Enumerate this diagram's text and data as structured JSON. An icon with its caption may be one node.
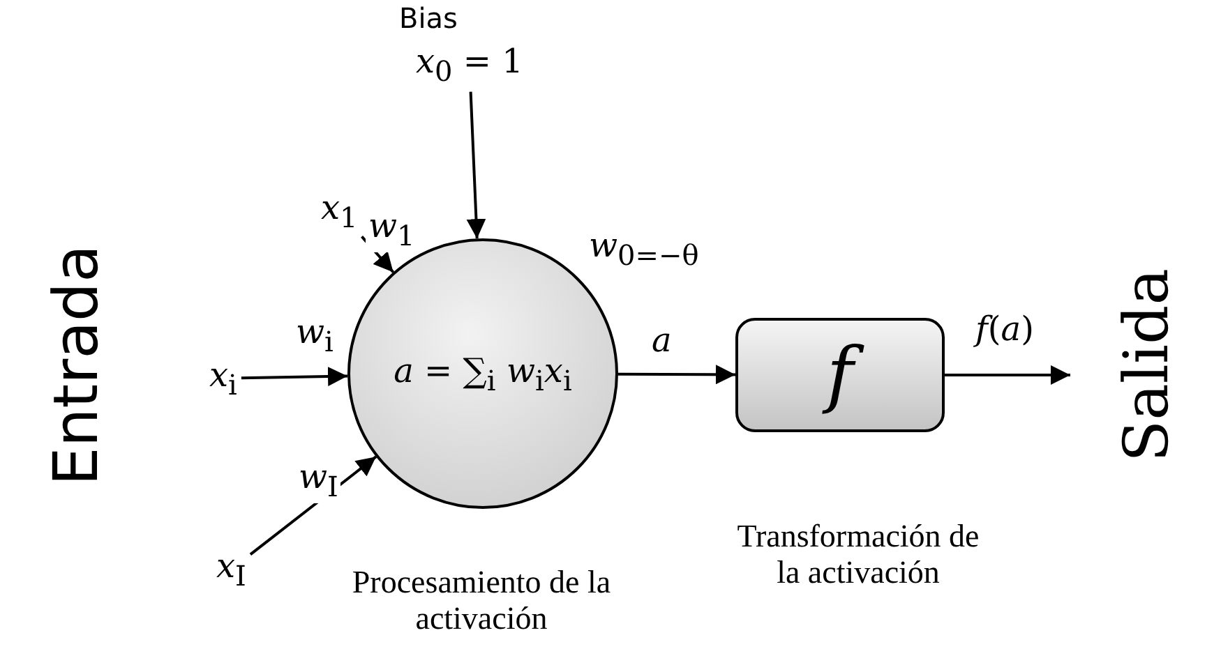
{
  "diagram": {
    "nodes": [
      {
        "text": [
          "*x*$_{0}$ = 1"
        ],
        "beside": [
          "Bias"
        ]
      },
      {
        "text": [
          "*x*$_{1}$"
        ]
      },
      {
        "text": [
          "*x*$_{i}$"
        ]
      },
      {
        "text": [
          "*x*$_{I}$"
        ]
      },
      {
        "text": [
          "*a* = ∑$_{i}$ *w*$_{i}$*x*$_{i}$"
        ],
        "beside": [
          "Procesamiento de la activación"
        ]
      },
      {
        "text": [
          "f"
        ],
        "beside": [
          "Transformación de la activación"
        ]
      }
    ],
    "edges": [
      {
        "from": 0,
        "to": 4,
        "arrow": "to",
        "label": "*w*$_{0=−θ}$"
      },
      {
        "from": 1,
        "to": 4,
        "arrow": "to",
        "label": "*w*$_{1}$"
      },
      {
        "from": 2,
        "to": 4,
        "arrow": "to",
        "label": "*w*$_{i}$"
      },
      {
        "from": 3,
        "to": 4,
        "arrow": "to",
        "label": "*w*$_{I}$"
      },
      {
        "from": 4,
        "to": 5,
        "arrow": "to",
        "label": "*a*"
      },
      {
        "from": 5,
        "to": null,
        "arrow": "to",
        "label": "*f*(*a*)"
      }
    ],
    "labels": [
      "Entrada",
      "Salida"
    ]
  }
}
